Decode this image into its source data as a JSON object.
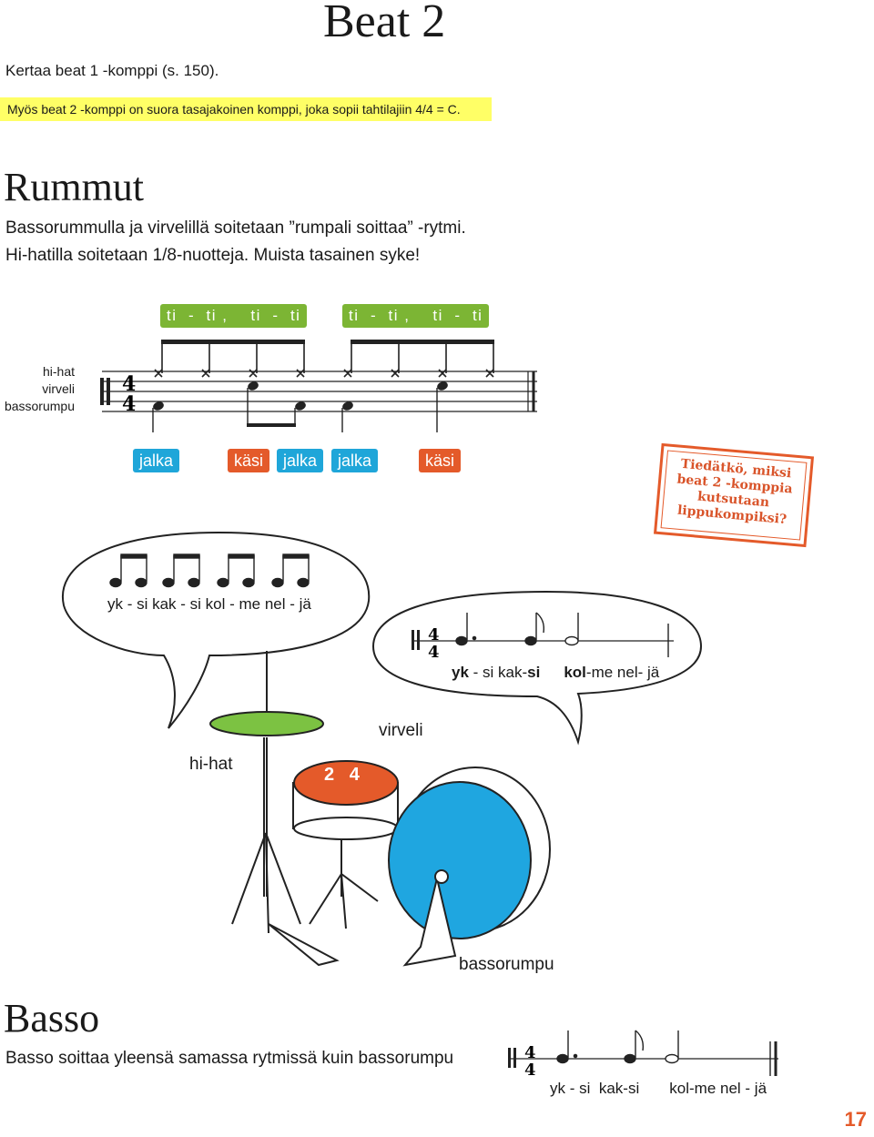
{
  "page_title": "Beat 2",
  "intro": "Kertaa beat 1 -komppi (s. 150).",
  "highlight_note": "Myös beat 2 -komppi on suora tasajakoinen komppi, joka sopii tahtilajiin 4/4 = C.",
  "rummut": {
    "heading": "Rummut",
    "line1": "Bassorummulla ja virvelillä soitetaan ”rumpali soittaa” -rytmi.",
    "line2": "Hi-hatilla soitetaan 1/8-nuotteja. Muista tasainen syke!"
  },
  "counting_pills": [
    "ti  -  ti ,    ti  -  ti",
    "ti  -  ti ,    ti  -  ti"
  ],
  "staff_labels": [
    "hi-hat",
    "virveli",
    "bassorumpu"
  ],
  "drum_staff_time": {
    "top": "4",
    "bottom": "4"
  },
  "foot_hand_labels": [
    {
      "text": "jalka",
      "kind": "foot"
    },
    {
      "text": "käsi",
      "kind": "hand"
    },
    {
      "text": "jalka",
      "kind": "foot"
    },
    {
      "text": "jalka",
      "kind": "foot"
    },
    {
      "text": "käsi",
      "kind": "hand"
    }
  ],
  "tip_stamp": {
    "line1": "Tiedätkö, miksi",
    "line2": "beat 2 -komppia",
    "line3": "kutsutaan",
    "line4": "lippukompiksi?"
  },
  "bubble_left_syllables": "yk - si  kak - si  kol - me  nel - jä",
  "bubble_right": {
    "time": {
      "top": "4",
      "bottom": "4"
    },
    "s1_bold": "yk",
    "s1_rest": " - si kak-",
    "s2_bold": "si",
    "s3_bold": "kol",
    "s3_rest": "-me nel- jä"
  },
  "drum_kit": {
    "hihat": "hi-hat",
    "snare": "virveli",
    "bass": "bassorumpu",
    "snare_beats": "2   4"
  },
  "colors": {
    "hihat": "#7cc242",
    "snare_head": "#e45a2a",
    "bass_head": "#1fa6e0",
    "accent": "#e45a2a"
  },
  "basso": {
    "heading": "Basso",
    "text": "Basso soittaa yleensä samassa rytmissä kuin bassorumpu",
    "time": {
      "top": "4",
      "bottom": "4"
    },
    "syllables": "yk - si  kak-si       kol-me nel - jä"
  },
  "page_number": "17"
}
